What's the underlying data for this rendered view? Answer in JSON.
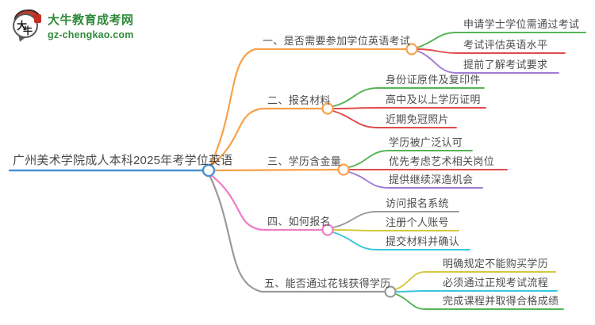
{
  "logo": {
    "title": "大牛教育成考网",
    "domain": "gz-chengkao.com",
    "mark_char_1": "大",
    "mark_char_2": "牛",
    "brand_green": "#2e8b3a",
    "brand_red": "#c42e22"
  },
  "mindmap": {
    "root": {
      "label": "广州美术学院成人本科2025年考学位英语",
      "color": "#4a90d2"
    },
    "branches": [
      {
        "label": "一、是否需要参加学位英语考试",
        "color": "#f7a14b",
        "children": [
          {
            "label": "申请学士学位需通过考试",
            "color": "#55b455"
          },
          {
            "label": "考试评估英语水平",
            "color": "#e14b4b"
          },
          {
            "label": "提前了解考试要求",
            "color": "#a07bd4"
          }
        ]
      },
      {
        "label": "二、报名材料",
        "color": "#f7a14b",
        "children": [
          {
            "label": "身份证原件及复印件",
            "color": "#55b455"
          },
          {
            "label": "高中及以上学历证明",
            "color": "#e14b4b"
          },
          {
            "label": "近期免冠照片",
            "color": "#e14b4b"
          }
        ]
      },
      {
        "label": "三、学历含金量",
        "color": "#f7a14b",
        "children": [
          {
            "label": "学历被广泛认可",
            "color": "#55b455"
          },
          {
            "label": "优先考虑艺术相关岗位",
            "color": "#e14b4b"
          },
          {
            "label": "提供继续深造机会",
            "color": "#a07bd4"
          }
        ]
      },
      {
        "label": "四、如何报名",
        "color": "#f07cc5",
        "children": [
          {
            "label": "访问报名系统",
            "color": "#9a9a9a"
          },
          {
            "label": "注册个人账号",
            "color": "#d6c83e"
          },
          {
            "label": "提交材料并确认",
            "color": "#39c6dc"
          }
        ]
      },
      {
        "label": "五、能否通过花钱获得学历",
        "color": "#9a9a9a",
        "children": [
          {
            "label": "明确规定不能购买学历",
            "color": "#d6c83e"
          },
          {
            "label": "必须通过正规考试流程",
            "color": "#39c6dc"
          },
          {
            "label": "完成课程并取得合格成绩",
            "color": "#55b455"
          }
        ]
      }
    ]
  }
}
